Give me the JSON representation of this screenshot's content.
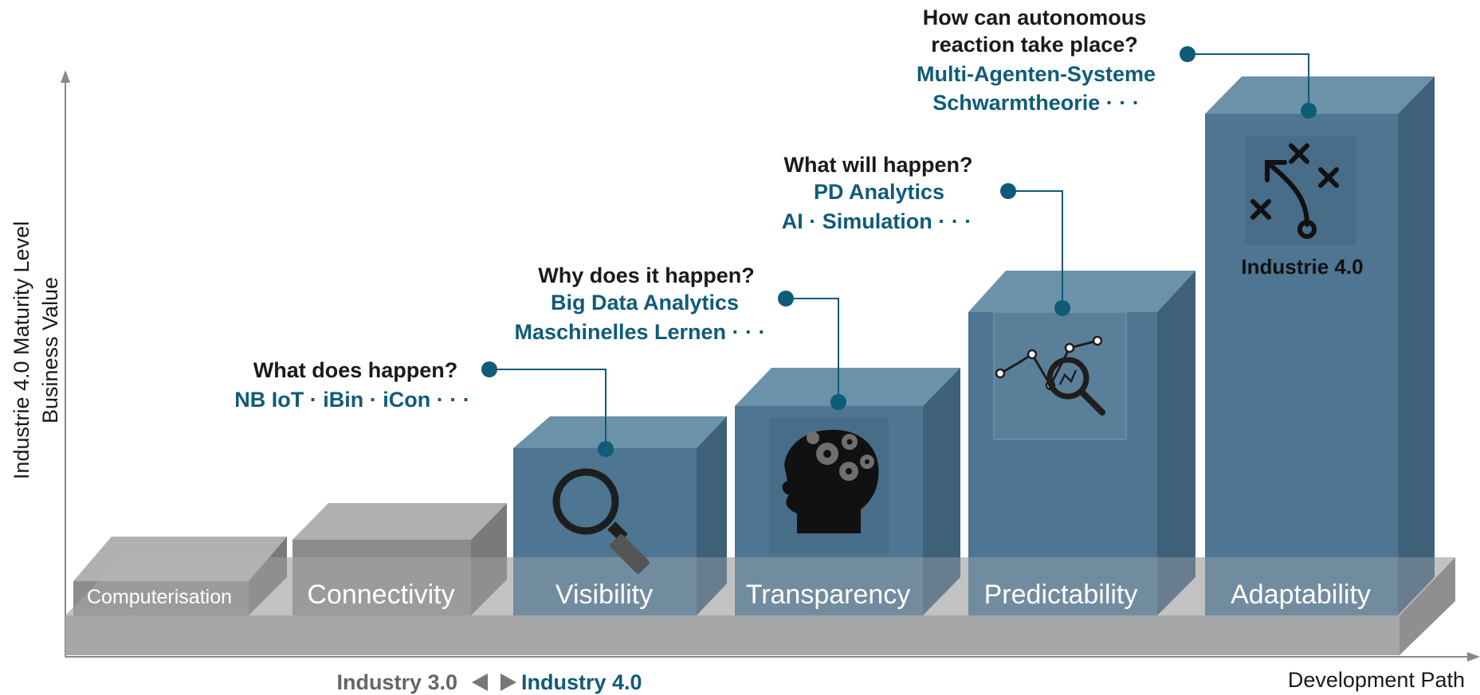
{
  "axis": {
    "y_label_line1": "Industrie 4.0 Maturity Level",
    "y_label_line2": "Business Value",
    "x_label": "Development Path"
  },
  "era": {
    "left": "Industry 3.0",
    "right": "Industry 4.0",
    "left_color": "#666666",
    "right_color": "#0f5b78"
  },
  "stages": [
    {
      "label": "Computerisation",
      "color": "#8c8c8c",
      "question": [],
      "tech": []
    },
    {
      "label": "Connectivity",
      "color": "#8c8c8c",
      "question": [],
      "tech": []
    },
    {
      "label": "Visibility",
      "color": "#4e7592",
      "icon": "magnifier-icon",
      "question": [
        "What does happen?"
      ],
      "tech": [
        "NB IoT · iBin · iCon · · ·"
      ]
    },
    {
      "label": "Transparency",
      "color": "#4e7592",
      "icon": "brain-gears-icon",
      "question": [
        "Why does it happen?"
      ],
      "tech": [
        "Big Data Analytics",
        "Maschinelles Lernen · · ·"
      ]
    },
    {
      "label": "Predictability",
      "color": "#4e7592",
      "icon": "chart-analytics-icon",
      "question": [
        "What will happen?"
      ],
      "tech": [
        "PD Analytics",
        "AI · Simulation · · ·"
      ]
    },
    {
      "label": "Adaptability",
      "color": "#4e7592",
      "icon": "strategy-play-icon",
      "icon_caption": "Industrie 4.0",
      "question": [
        "How can autonomous",
        "reaction take place?"
      ],
      "tech": [
        "Multi-Agenten-Systeme",
        "Schwarmtheorie · · ·"
      ]
    }
  ],
  "colors": {
    "i40_front": "#4e7592",
    "i40_top": "#6b92a8",
    "i40_side": "#3e6078",
    "i30_front": "#8c8c8c",
    "i30_top": "#b0b0b0",
    "i30_side": "#7a7a7a",
    "accent": "#0f5b78"
  }
}
